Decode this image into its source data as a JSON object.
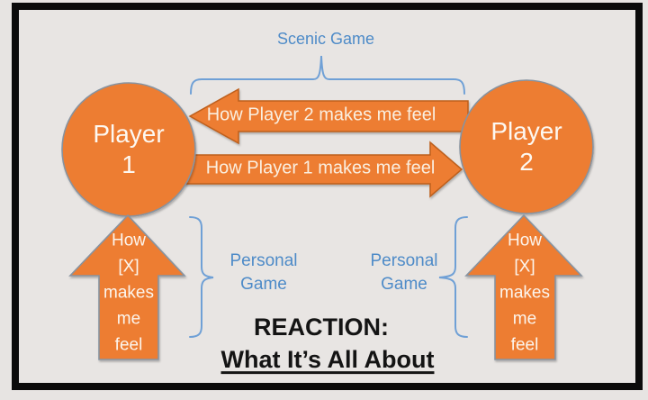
{
  "diagram": {
    "scenic_game_label": "Scenic Game",
    "players": [
      {
        "name": "Player\n1"
      },
      {
        "name": "Player\n2"
      }
    ],
    "arrows": {
      "to_player1": "How Player 2 makes me feel",
      "to_player2": "How Player 1 makes me feel",
      "up_left": "How\n[X]\nmakes\nme\nfeel",
      "up_right": "How\n[X]\nmakes\nme\nfeel"
    },
    "personal_game_left": "Personal\nGame",
    "personal_game_right": "Personal\nGame",
    "title": {
      "line1": "REACTION:",
      "line2": "What It’s All About"
    },
    "colors": {
      "shape_orange": "#ED7D31",
      "shape_outline_gray": "#8793A0",
      "arrow_outline_orange": "#BD5F1D",
      "label_blue": "#4E8BC8",
      "brace_blue": "#6FA0D6",
      "frame_black": "#0B0B0B",
      "background_gray": "#E8E5E3"
    }
  }
}
